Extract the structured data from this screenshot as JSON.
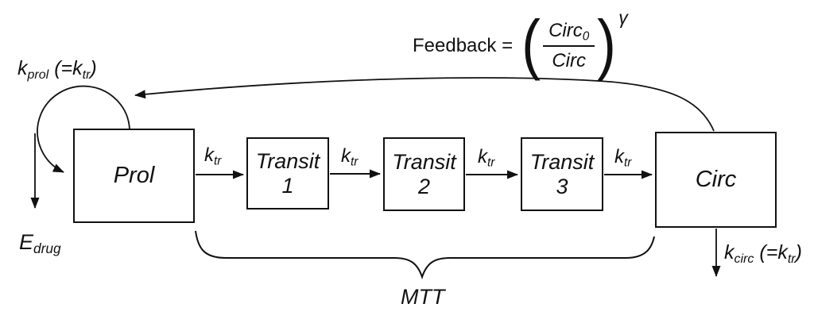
{
  "diagram": {
    "compartments": {
      "prol": {
        "label": "Prol"
      },
      "transit1": {
        "line1": "Transit",
        "line2": "1"
      },
      "transit2": {
        "line1": "Transit",
        "line2": "2"
      },
      "transit3": {
        "line1": "Transit",
        "line2": "3"
      },
      "circ": {
        "label": "Circ"
      }
    },
    "rate_labels": {
      "ktr": {
        "base": "k",
        "sub": "tr"
      },
      "kprol": {
        "base": "k",
        "sub": "prol",
        "eq_open": "(=",
        "eq_base": "k",
        "eq_sub": "tr",
        "eq_close": ")"
      },
      "kcirc": {
        "base": "k",
        "sub": "circ",
        "eq_open": "(=",
        "eq_base": "k",
        "eq_sub": "tr",
        "eq_close": ")"
      },
      "edrug": {
        "base": "E",
        "sub": "drug"
      }
    },
    "feedback": {
      "prefix": "Feedback =",
      "paren_open": "(",
      "numerator_base": "Circ",
      "numerator_sub": "0",
      "denominator": "Circ",
      "paren_close": ")",
      "exponent": "γ"
    },
    "mtt_label": "MTT",
    "colors": {
      "line": "#111111",
      "background": "#ffffff"
    }
  }
}
